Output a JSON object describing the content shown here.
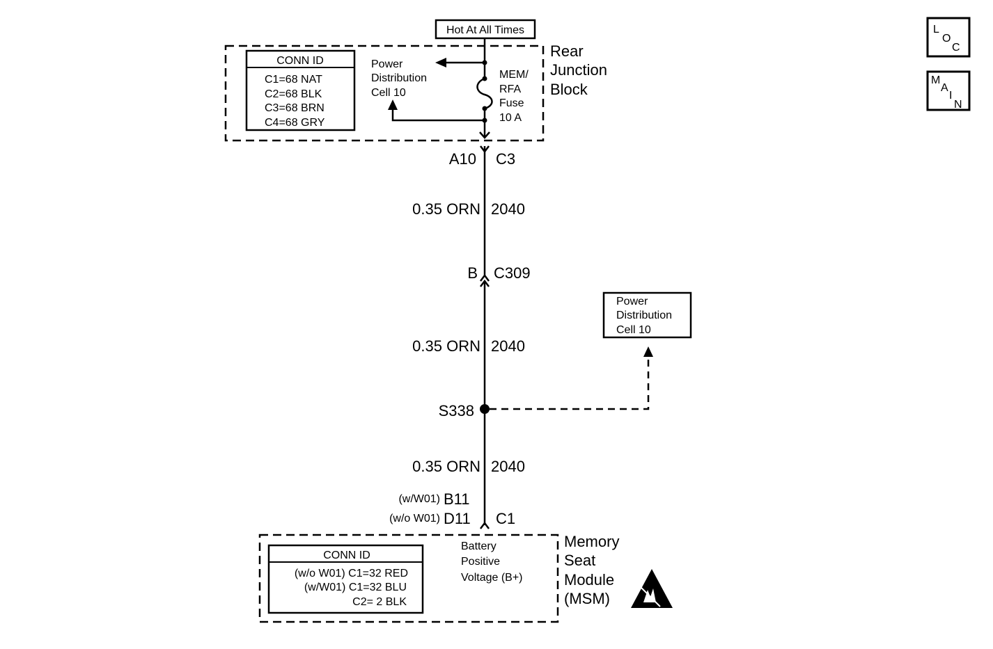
{
  "header": {
    "hot_label": "Hot At All Times"
  },
  "nav": {
    "loc": [
      "L",
      "O",
      "C"
    ],
    "main": [
      "M",
      "A",
      "I",
      "N"
    ]
  },
  "rear_junction_block": {
    "name_lines": [
      "Rear",
      "Junction",
      "Block"
    ],
    "conn_id_title": "CONN ID",
    "conn_id_rows": [
      "C1=68 NAT",
      "C2=68 BLK",
      "C3=68 BRN",
      "C4=68 GRY"
    ],
    "power_dist_lines": [
      "Power",
      "Distribution",
      "Cell 10"
    ],
    "fuse_lines": [
      "MEM/",
      "RFA",
      "Fuse",
      "10 A"
    ],
    "pin": "A10",
    "connector": "C3"
  },
  "wires": [
    {
      "gauge_color": "0.35 ORN",
      "circuit": "2040"
    },
    {
      "gauge_color": "0.35 ORN",
      "circuit": "2040"
    },
    {
      "gauge_color": "0.35 ORN",
      "circuit": "2040"
    }
  ],
  "inline_connector": {
    "pin": "B",
    "connector": "C309"
  },
  "splice": {
    "id": "S338"
  },
  "power_dist_box": {
    "lines": [
      "Power",
      "Distribution",
      "Cell 10"
    ]
  },
  "msm": {
    "pin_w_w01_prefix": "(w/W01)",
    "pin_w_w01": "B11",
    "pin_wo_w01_prefix": "(w/o W01)",
    "pin_wo_w01": "D11",
    "connector": "C1",
    "name_lines": [
      "Memory",
      "Seat",
      "Module",
      "(MSM)"
    ],
    "conn_id_title": "CONN ID",
    "conn_id_rows": [
      "(w/o W01) C1=32 RED",
      "(w/W01) C1=32 BLU",
      "C2=  2 BLK"
    ],
    "terminal_lines": [
      "Battery",
      "Positive",
      "Voltage (B+)"
    ]
  }
}
